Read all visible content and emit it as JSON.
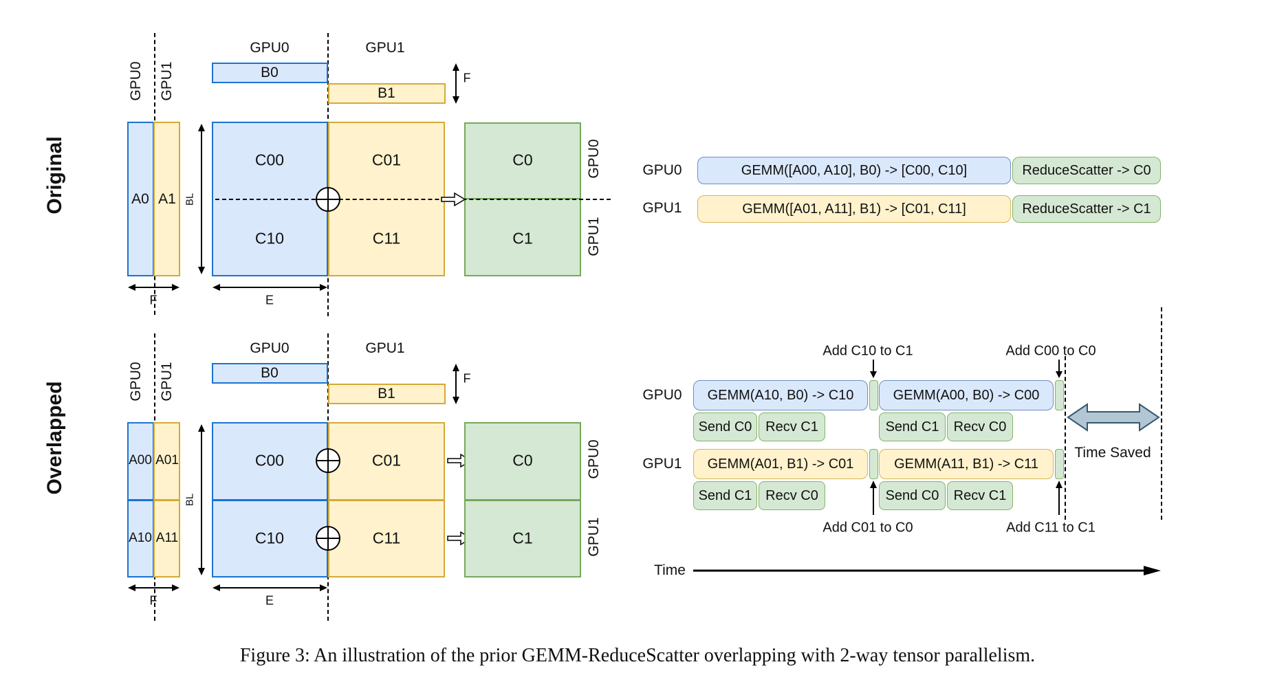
{
  "caption": "Figure 3: An illustration of the prior GEMM-ReduceScatter overlapping with 2-way tensor parallelism.",
  "colors": {
    "blue_fill": "#dae8fc",
    "blue_border": "#1a73d2",
    "blue_soft_border": "#6c8ebf",
    "yellow_fill": "#fff2cc",
    "yellow_border": "#d6a936",
    "yellow_soft_border": "#d6b656",
    "green_fill": "#d5e8d4",
    "green_border": "#74a85a",
    "green_soft_border": "#82b366",
    "timesaved_arrow_fill": "#b3c6d4",
    "timesaved_arrow_border": "#33596e"
  },
  "panels": {
    "original": {
      "row_label": "Original",
      "col_header_gpu0": "GPU0",
      "col_header_gpu1": "GPU1",
      "side_gpu0": "GPU0",
      "side_gpu1": "GPU1",
      "a0": "A0",
      "a1": "A1",
      "b0": "B0",
      "b1": "B1",
      "c00": "C00",
      "c01": "C01",
      "c10": "C10",
      "c11": "C11",
      "out0": "C0",
      "out1": "C1",
      "out_gpu0": "GPU0",
      "out_gpu1": "GPU1",
      "dim_f_top": "F",
      "dim_f_bottom": "F",
      "dim_e": "E",
      "dim_bl": "BL"
    },
    "overlapped": {
      "row_label": "Overlapped",
      "col_header_gpu0": "GPU0",
      "col_header_gpu1": "GPU1",
      "side_gpu0": "GPU0",
      "side_gpu1": "GPU1",
      "a00": "A00",
      "a01": "A01",
      "a10": "A10",
      "a11": "A11",
      "b0": "B0",
      "b1": "B1",
      "c00": "C00",
      "c01": "C01",
      "c10": "C10",
      "c11": "C11",
      "out0": "C0",
      "out1": "C1",
      "out_gpu0": "GPU0",
      "out_gpu1": "GPU1",
      "dim_f_top": "F",
      "dim_f_bottom": "F",
      "dim_e": "E",
      "dim_bl": "BL"
    }
  },
  "timeline_original": {
    "gpu0_label": "GPU0",
    "gpu1_label": "GPU1",
    "gpu0_gemm": "GEMM([A00, A10], B0) -> [C00, C10]",
    "gpu0_reduce": "ReduceScatter -> C0",
    "gpu1_gemm": "GEMM([A01, A11], B1) -> [C01, C11]",
    "gpu1_reduce": "ReduceScatter -> C1"
  },
  "timeline_overlapped": {
    "gpu0_label": "GPU0",
    "gpu1_label": "GPU1",
    "gpu0_gemm1": "GEMM(A10, B0) -> C10",
    "gpu0_gemm2": "GEMM(A00, B0) -> C00",
    "gpu0_comm1": "Send C0",
    "gpu0_comm2": "Recv C1",
    "gpu0_comm3": "Send C1",
    "gpu0_comm4": "Recv C0",
    "gpu1_gemm1": "GEMM(A01, B1) -> C01",
    "gpu1_gemm2": "GEMM(A11, B1) -> C11",
    "gpu1_comm1": "Send C1",
    "gpu1_comm2": "Recv C0",
    "gpu1_comm3": "Send C0",
    "gpu1_comm4": "Recv C1",
    "add_top1": "Add C10 to C1",
    "add_top2": "Add C00 to C0",
    "add_bottom1": "Add C01 to C0",
    "add_bottom2": "Add C11 to C1",
    "time_saved": "Time Saved",
    "time_axis": "Time"
  }
}
